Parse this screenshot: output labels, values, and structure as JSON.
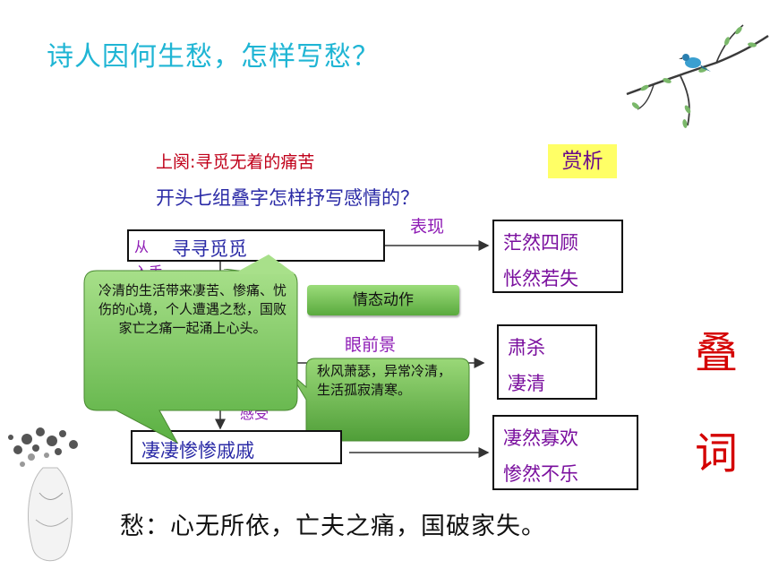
{
  "title": "诗人因何生愁，怎样写愁？",
  "subtitle1": "上阕:寻觅无着的痛苦",
  "question": "开头七组叠字怎样抒写感情的？",
  "badge": "赏析",
  "row1": {
    "left_label_1": "从",
    "left_label_2": "入手",
    "main": "寻寻觅觅",
    "relation": "表现",
    "result_1": "茫然四顾",
    "result_2": "怅然若失",
    "tag": "情态动作"
  },
  "row2": {
    "relation": "眼前景",
    "result_1": "肃杀",
    "result_2": "凄清",
    "callout": "秋风萧瑟，异常冷清，生活孤寂清寒。"
  },
  "row3": {
    "hidden_label": "感受",
    "main": "凄凄惨惨戚戚",
    "result_1": "凄然寡欢",
    "result_2": "惨然不乐"
  },
  "big_callout": "冷清的生活带来凄苦、惨痛、忧伤的心境，个人遭遇之愁，国败家亡之痛一起涌上心头。",
  "side_chars": [
    "叠",
    "词"
  ],
  "bottom_text": "愁：心无所依，亡夫之痛，国破家失。"
}
